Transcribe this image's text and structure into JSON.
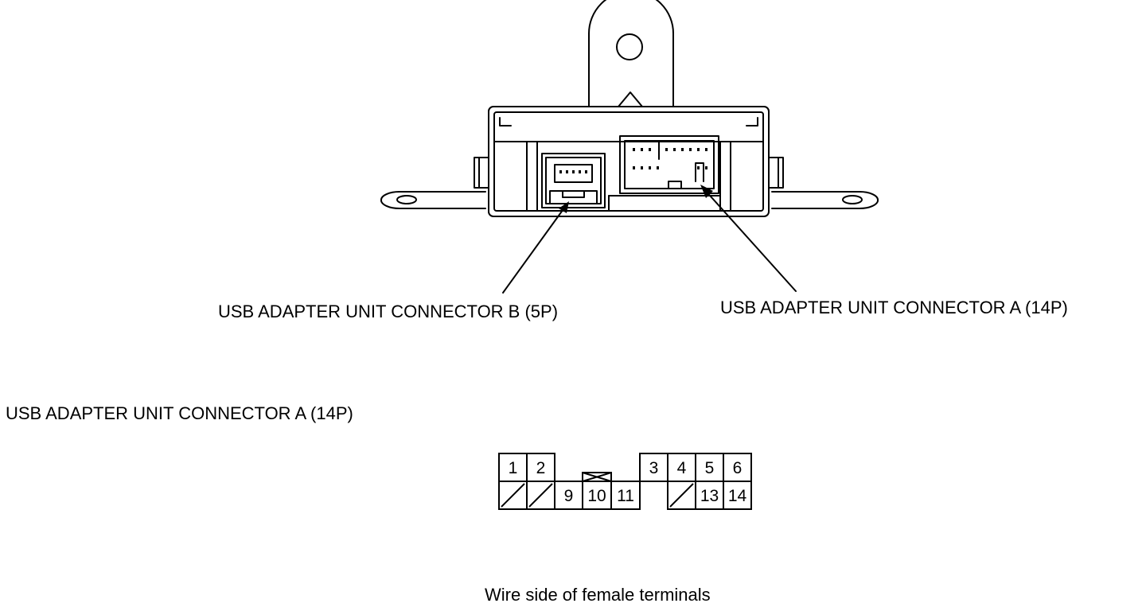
{
  "labels": {
    "connector_b": "USB ADAPTER UNIT CONNECTOR B (5P)",
    "connector_a_callout": "USB ADAPTER UNIT CONNECTOR A (14P)",
    "connector_a_title": "USB ADAPTER UNIT CONNECTOR A (14P)",
    "caption": "Wire side of female terminals"
  },
  "terminals": {
    "top_row": [
      "1",
      "2",
      "3",
      "4",
      "5",
      "6"
    ],
    "bottom_row": [
      "",
      "",
      "9",
      "10",
      "11",
      "",
      "13",
      "14"
    ]
  }
}
